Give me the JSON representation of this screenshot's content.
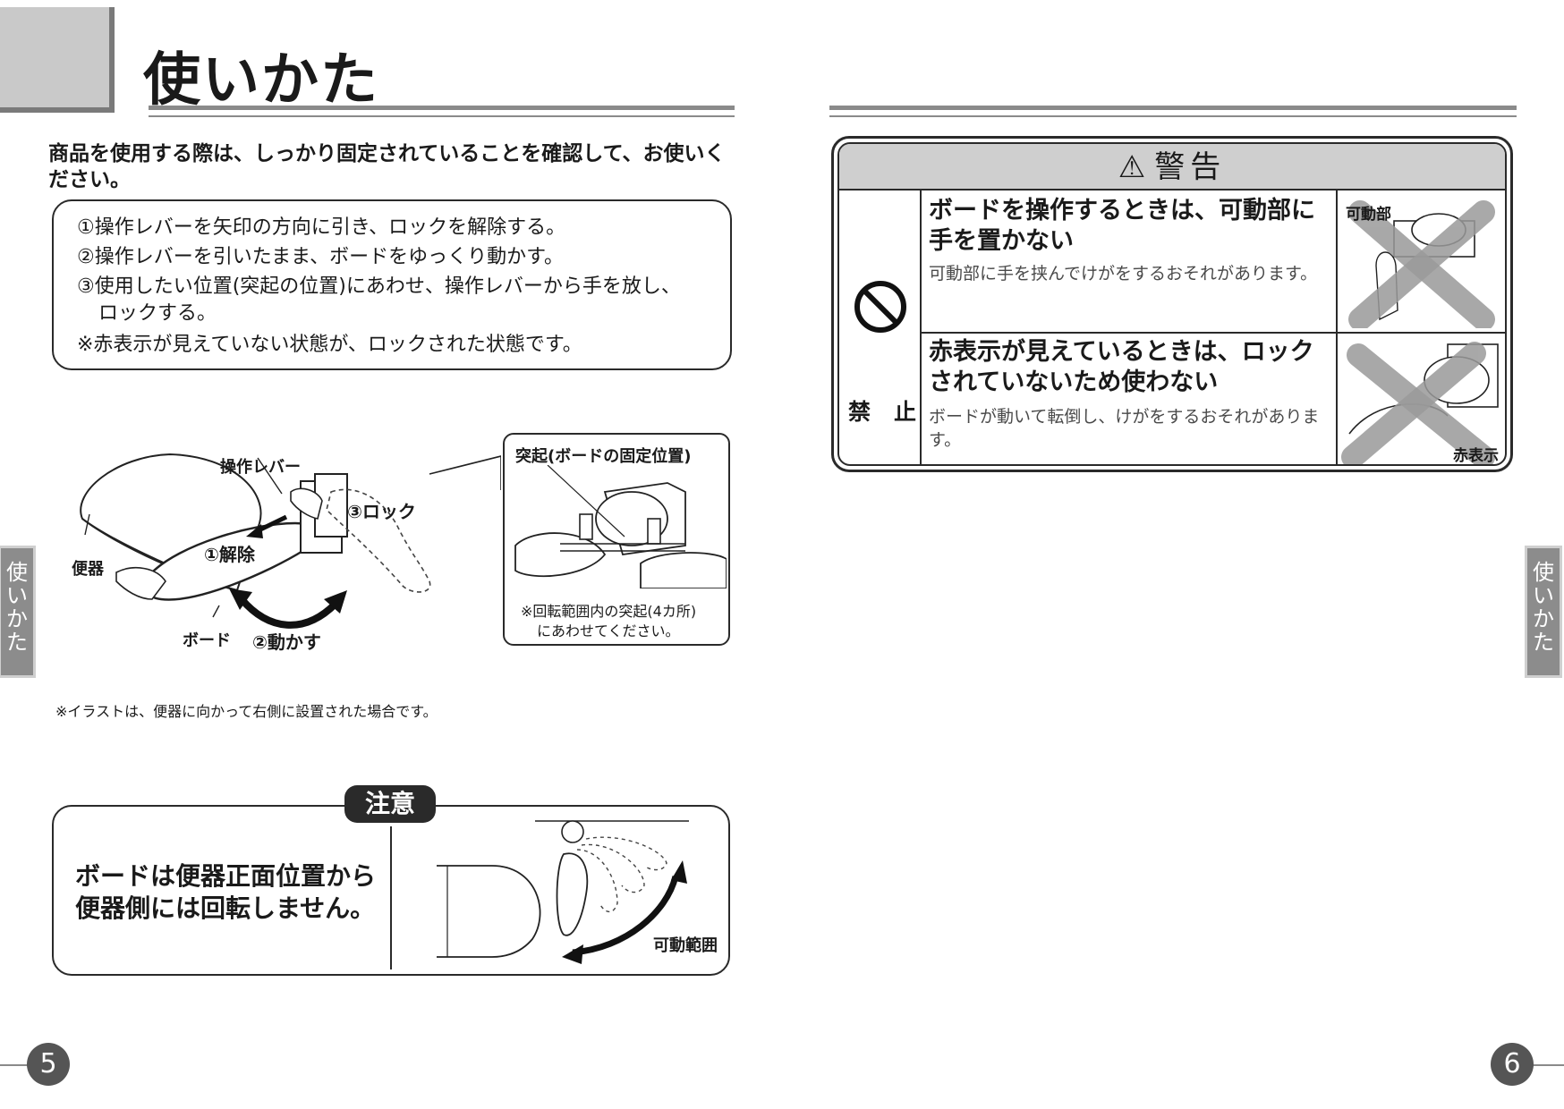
{
  "left_page": {
    "title": "使いかた",
    "intro": "商品を使用する際は、しっかり固定されていることを確認して、お使いください。",
    "steps": [
      "①操作レバーを矢印の方向に引き、ロックを解除する。",
      "②操作レバーを引いたまま、ボードをゆっくり動かす。",
      "③使用したい位置(突起の位置)にあわせ、操作レバーから手を放し、",
      "ロックする。",
      "※赤表示が見えていない状態が、ロックされた状態です。"
    ],
    "illustration": {
      "lever_label": "操作レバー",
      "toilet_label": "便器",
      "release_label": "①解除",
      "lock_label": "③ロック",
      "board_label": "ボード",
      "move_label": "②動かす",
      "callout_title": "突起(ボードの固定位置)",
      "callout_note_1": "※回転範囲内の突起(4カ所)",
      "callout_note_2": "にあわせてください。"
    },
    "illustration_note": "※イラストは、便器に向かって右側に設置された場合です。",
    "caution": {
      "tag": "注意",
      "text": "ボードは便器正面位置から便器側には回転しません。",
      "range_label": "可動範囲"
    },
    "side_tab": [
      "使",
      "い",
      "か",
      "た"
    ],
    "page_number": "5"
  },
  "right_page": {
    "warning": {
      "header": "警告",
      "prohibit_label": "禁止",
      "rows": [
        {
          "heading": "ボードを操作するときは、可動部に手を置かない",
          "desc": "可動部に手を挟んでけがをするおそれがあります。",
          "image_label": "可動部"
        },
        {
          "heading": "赤表示が見えているときは、ロックされていないため使わない",
          "desc": "ボードが動いて転倒し、けがをするおそれがあります。",
          "image_label": "赤表示"
        }
      ]
    },
    "side_tab": [
      "使",
      "い",
      "か",
      "た"
    ],
    "page_number": "6"
  },
  "colors": {
    "tab_gray": "#8c8c8c",
    "header_gray": "#cfcfcf",
    "ink": "#1a1a1a"
  }
}
